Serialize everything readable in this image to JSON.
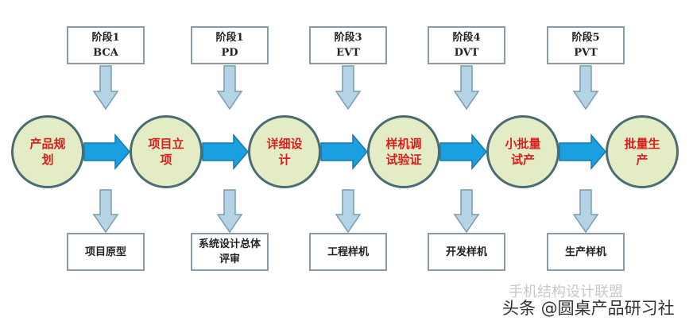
{
  "stages": [
    {
      "phase": "阶段1",
      "code": "BCA",
      "output": "项目原型"
    },
    {
      "phase": "阶段1",
      "code": "PD",
      "output": "系统设计总体评审"
    },
    {
      "phase": "阶段3",
      "code": "EVT",
      "output": "工程样机"
    },
    {
      "phase": "阶段4",
      "code": "DVT",
      "output": "开发样机"
    },
    {
      "phase": "阶段5",
      "code": "PVT",
      "output": "生产样机"
    }
  ],
  "steps": [
    "产品规划",
    "项目立项",
    "详细设计",
    "样机调试验证",
    "小批量试产",
    "批量生产"
  ],
  "watermark": {
    "line1": "手机结构设计联盟",
    "line2": "头条 @圆桌产品研习社"
  },
  "colors": {
    "circle_fill": "#e3ecc4",
    "circle_text": "#d81f1f",
    "flow_arrow": "#1aa0e0",
    "down_arrow": "#b4d4e6"
  }
}
